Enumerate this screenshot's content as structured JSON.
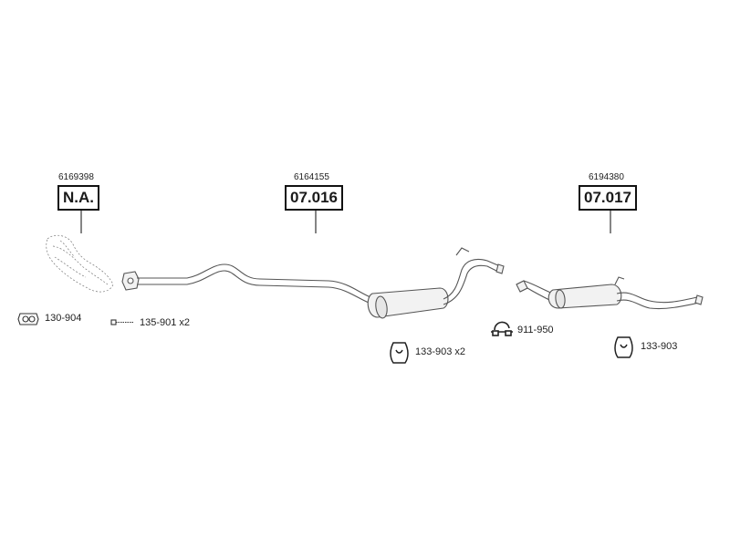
{
  "sections": [
    {
      "oem_number": "6169398",
      "ref_code": "N.A."
    },
    {
      "oem_number": "6164155",
      "ref_code": "07.016"
    },
    {
      "oem_number": "6194380",
      "ref_code": "07.017"
    }
  ],
  "parts": [
    {
      "number": "130-904",
      "icon": "gasket-icon"
    },
    {
      "number": "135-901 x2",
      "icon": "bolt-icon"
    },
    {
      "number": "133-903 x2",
      "icon": "rubber-mount-icon"
    },
    {
      "number": "911-950",
      "icon": "pipe-clamp-icon"
    },
    {
      "number": "133-903",
      "icon": "rubber-mount-icon"
    }
  ],
  "colors": {
    "line": "#555555",
    "box_border": "#111111",
    "pipe_fill": "#f2f2f2"
  }
}
